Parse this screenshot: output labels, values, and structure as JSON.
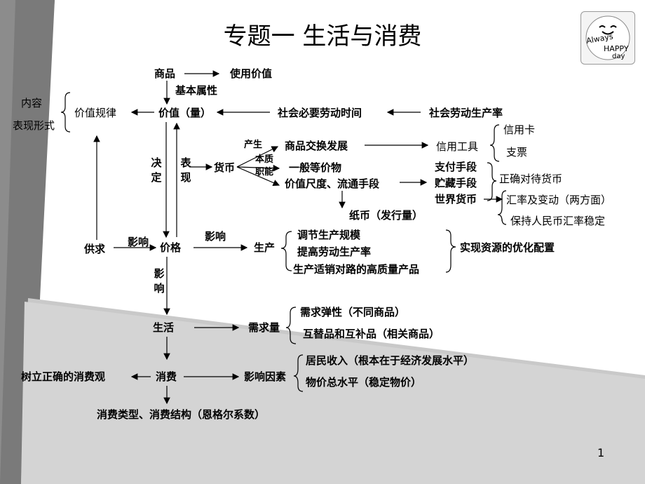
{
  "title": "专题一  生活与消费",
  "page_number": "1",
  "logo": {
    "line1": "Always",
    "line2": "HAPPY",
    "line3": "day"
  },
  "nodes": {
    "shangpin": "商品",
    "shiyong_jiazhi": "使用价值",
    "jiben_shuxing": "基本属性",
    "jiazhi": "价值（量）",
    "shehui_biyao": "社会必要劳动时间",
    "shehui_laodong_shengchanlv": "社会劳动生产率",
    "jiazhi_guilv": "价值规律",
    "neirong": "内容",
    "biaoxian_xingshi": "表现形式",
    "chansheng": "产生",
    "shangpin_jiaohuan": "商品交换发展",
    "xinyong_gongju": "信用工具",
    "xinyongka": "信用卡",
    "zhipiao": "支票",
    "jueding": "决定",
    "biaoxian": "表现",
    "huobi": "货币",
    "benzhi": "本质",
    "zhineng": "职能",
    "yiban_dengjiawu": "一般等价物",
    "jiazhi_chidu": "价值尺度、流通手段",
    "zhifu_shouduan": "支付手段",
    "zhucang_shouduan": "贮藏手段",
    "shijie_huobi": "世界货币",
    "zhengque_duidai": "正确对待货币",
    "huilv": "汇率及变动（两方面）",
    "baochi_huilv": "保持人民币汇率稳定",
    "zhibi": "纸币（发行量）",
    "gongqiu": "供求",
    "yingxiang1": "影响",
    "jiage": "价格",
    "yingxiang2": "影响",
    "shengchan": "生产",
    "tiaojie": "调节生产规模",
    "tigao": "提高劳动生产率",
    "shengchan_shixiao": "生产适销对路的高质量产品",
    "shixian": "实现资源的优化配置",
    "yingxiang3": "影响",
    "shenghuo": "生活",
    "xuqiuliang": "需求量",
    "xuqiu_tanxing": "需求弹性（不同商品）",
    "huti": "互替品和互补品（相关商品）",
    "xiaofei": "消费",
    "shuli": "树立正确的消费观",
    "yingxiang_yinsu": "影响因素",
    "jumin_shouru": "居民收入（根本在于经济发展水平）",
    "wujia": "物价总水平（稳定物价）",
    "xiaofei_leixing": "消费类型、消费结构（恩格尔系数）"
  }
}
